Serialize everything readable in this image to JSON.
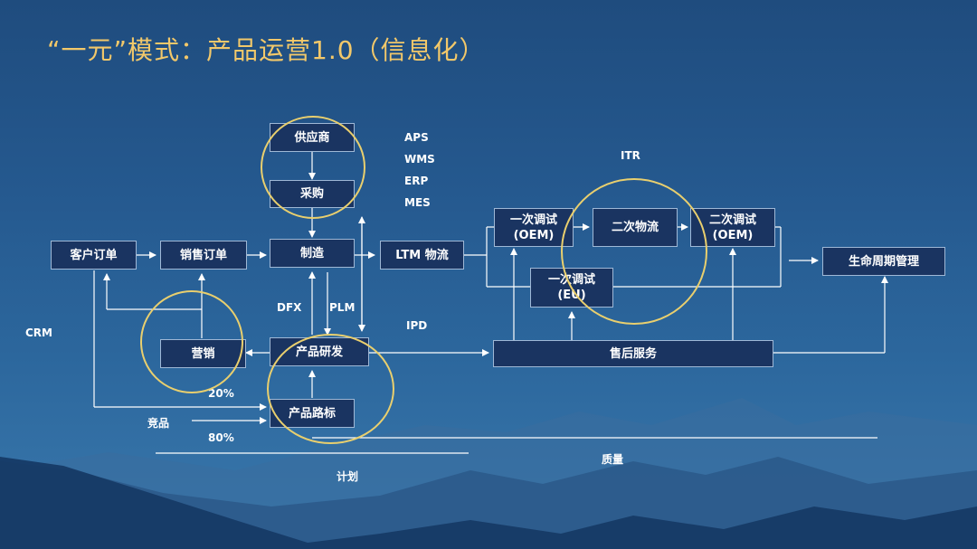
{
  "title": "“一元”模式：产品运营1.0（信息化）",
  "boxes": {
    "supplier": "供应商",
    "purchase": "采购",
    "customer_order": "客户订单",
    "sales_order": "销售订单",
    "manufacture": "制造",
    "ltm_logistics": "LTM 物流",
    "first_debug_oem": "一次调试\n(OEM)",
    "second_logistics": "二次物流",
    "second_debug_oem": "二次调试\n(OEM)",
    "lifecycle_mgmt": "生命周期管理",
    "first_debug_eu": "一次调试\n(EU)",
    "marketing": "营销",
    "product_rd": "产品研发",
    "after_sales": "售后服务",
    "product_roadmap": "产品路标"
  },
  "labels": {
    "aps": "APS",
    "wms": "WMS",
    "erp": "ERP",
    "mes": "MES",
    "itr": "ITR",
    "crm": "CRM",
    "dfx": "DFX",
    "plm": "PLM",
    "ipd": "IPD",
    "pct20": "20%",
    "competitor": "竞品",
    "pct80": "80%",
    "quality": "质量",
    "plan": "计划"
  },
  "colors": {
    "title": "#f2c86a",
    "box_fill": "#1a3461",
    "box_border": "#9fb8d6",
    "highlight_ring": "#e9cf6e",
    "line": "#ffffff"
  }
}
